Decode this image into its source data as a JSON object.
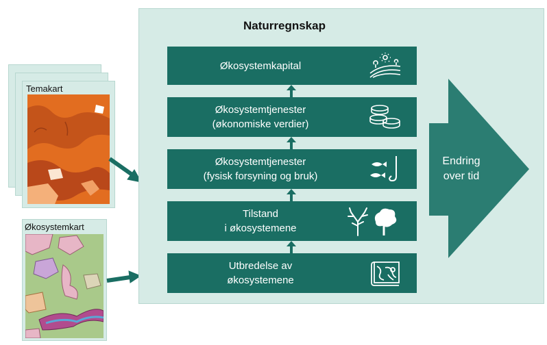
{
  "panel": {
    "title": "Naturregnskap"
  },
  "boxes": [
    {
      "id": "kapital",
      "line1": "Økosystemkapital",
      "line2": "",
      "icon": "landscape-sun-icon"
    },
    {
      "id": "okonomisk",
      "line1": "Økosystemtjenester",
      "line2": "(økonomiske verdier)",
      "icon": "coins-icon"
    },
    {
      "id": "fysisk",
      "line1": "Økosystemtjenester",
      "line2": "(fysisk forsyning og bruk)",
      "icon": "fish-hook-icon"
    },
    {
      "id": "tilstand",
      "line1": "Tilstand",
      "line2": "i økosystemene",
      "icon": "trees-icon"
    },
    {
      "id": "utbredelse",
      "line1": "Utbredelse av",
      "line2": "økosystemene",
      "icon": "map-scroll-icon"
    }
  ],
  "change": {
    "line1": "Endring",
    "line2": "over tid"
  },
  "maps": {
    "tema": {
      "label": "Temakart"
    },
    "okosystem": {
      "label": "Økosystemkart"
    }
  },
  "colors": {
    "panel": "#d6ebe6",
    "box": "#1a6e63",
    "arrow": "#2b7d72",
    "tema_map": "#e26d20",
    "eco_map": "#a9c98a"
  }
}
